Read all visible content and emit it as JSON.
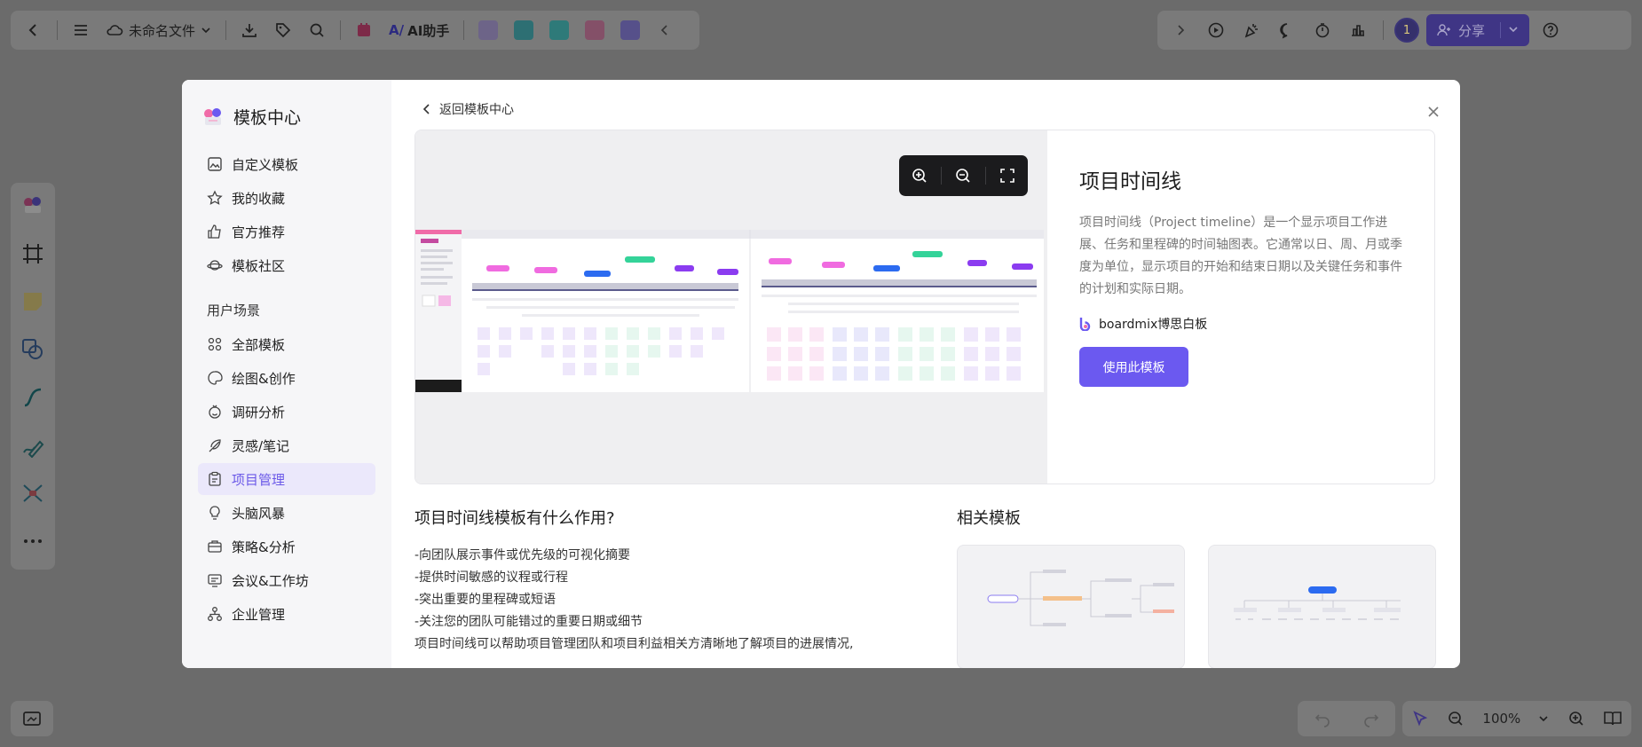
{
  "topbar": {
    "file_name": "未命名文件",
    "ai_label": "AI助手",
    "avatar_text": "1",
    "share_label": "分享"
  },
  "bottombar": {
    "zoom_level": "100%"
  },
  "modal": {
    "sidebar": {
      "title": "模板中心",
      "top_items": [
        {
          "label": "自定义模板",
          "icon": "image-edit-icon"
        },
        {
          "label": "我的收藏",
          "icon": "star-icon"
        },
        {
          "label": "官方推荐",
          "icon": "thumbs-up-icon"
        },
        {
          "label": "模板社区",
          "icon": "planet-icon"
        }
      ],
      "section_label": "用户场景",
      "scene_items": [
        {
          "label": "全部模板",
          "icon": "grid-icon"
        },
        {
          "label": "绘图&创作",
          "icon": "palette-icon"
        },
        {
          "label": "调研分析",
          "icon": "smile-icon"
        },
        {
          "label": "灵感/笔记",
          "icon": "feather-icon"
        },
        {
          "label": "项目管理",
          "icon": "clipboard-icon",
          "active": true
        },
        {
          "label": "头脑风暴",
          "icon": "bulb-icon"
        },
        {
          "label": "策略&分析",
          "icon": "briefcase-icon"
        },
        {
          "label": "会议&工作坊",
          "icon": "presentation-icon"
        },
        {
          "label": "企业管理",
          "icon": "org-chart-icon"
        }
      ]
    },
    "back_label": "返回模板中心",
    "template": {
      "title": "项目时间线",
      "description": "项目时间线（Project timeline）是一个显示项目工作进展、任务和里程碑的时间轴图表。它通常以日、周、月或季度为单位，显示项目的开始和结束日期以及关键任务和事件的计划和实际日期。",
      "author": "boardmix博思白板",
      "use_button": "使用此模板"
    },
    "usage": {
      "heading": "项目时间线模板有什么作用?",
      "lines": [
        "-向团队展示事件或优先级的可视化摘要",
        "-提供时间敏感的议程或行程",
        "-突出重要的里程碑或短语",
        "-关注您的团队可能错过的重要日期或细节",
        "项目时间线可以帮助项目管理团队和项目利益相关方清晰地了解项目的进展情况,"
      ]
    },
    "related": {
      "heading": "相关模板"
    }
  },
  "colors": {
    "accent": "#6b59f0",
    "active_bg": "#ebe8fb",
    "share_btn": "#3f3585"
  }
}
